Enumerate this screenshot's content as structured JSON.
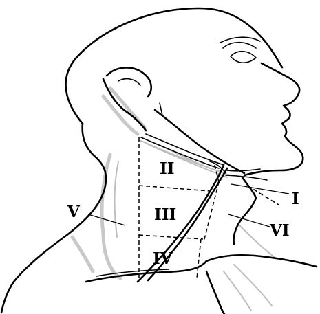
{
  "diagram": {
    "levels": [
      {
        "id": "I",
        "label": "I"
      },
      {
        "id": "II",
        "label": "II"
      },
      {
        "id": "III",
        "label": "III"
      },
      {
        "id": "IV",
        "label": "IV"
      },
      {
        "id": "V",
        "label": "V"
      },
      {
        "id": "VI",
        "label": "VI"
      }
    ]
  }
}
